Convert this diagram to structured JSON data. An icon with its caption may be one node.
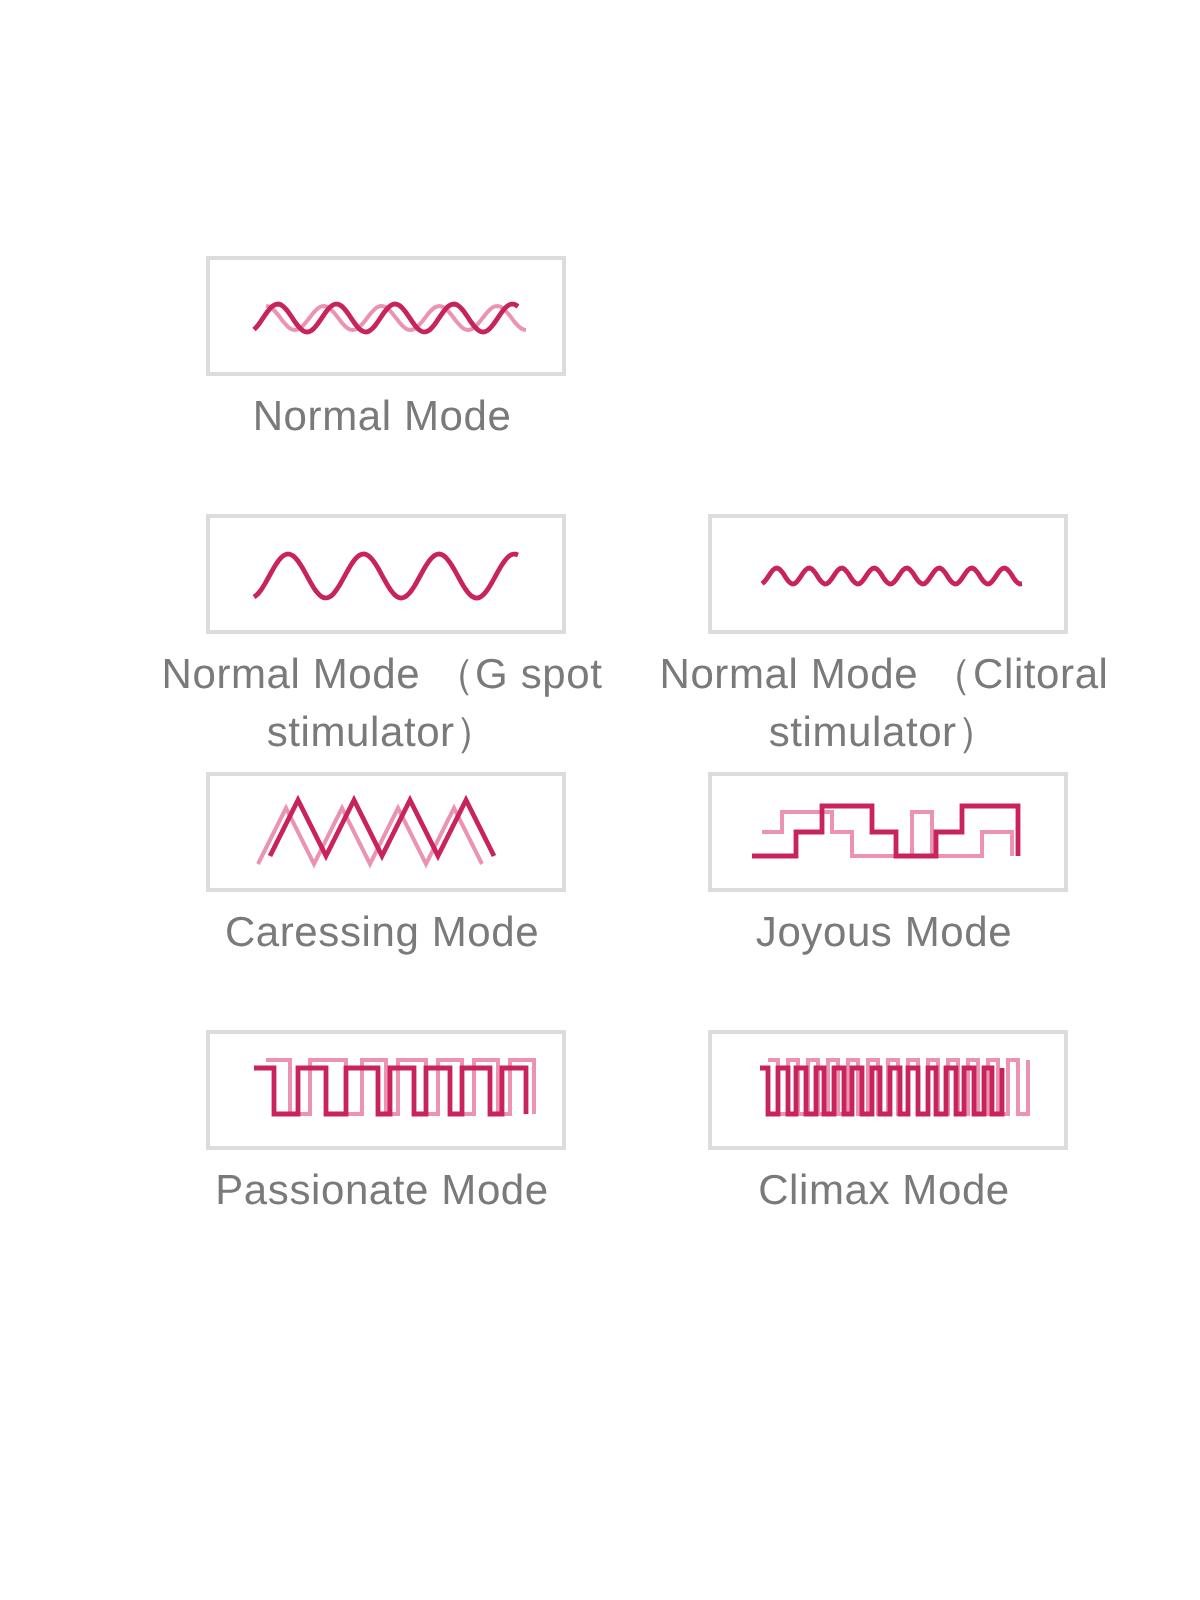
{
  "diagram": {
    "nodes": [
      {
        "text": [
          "Normal Mode"
        ]
      },
      {
        "text": [
          "Normal Mode （G spot stimulator）"
        ]
      },
      {
        "text": [
          "Normal Mode （Clitoral stimulator）"
        ]
      },
      {
        "text": [
          "Caressing Mode"
        ]
      },
      {
        "text": [
          "Joyous Mode"
        ]
      },
      {
        "text": [
          "Passionate Mode"
        ]
      },
      {
        "text": [
          "Climax Mode"
        ]
      }
    ]
  }
}
